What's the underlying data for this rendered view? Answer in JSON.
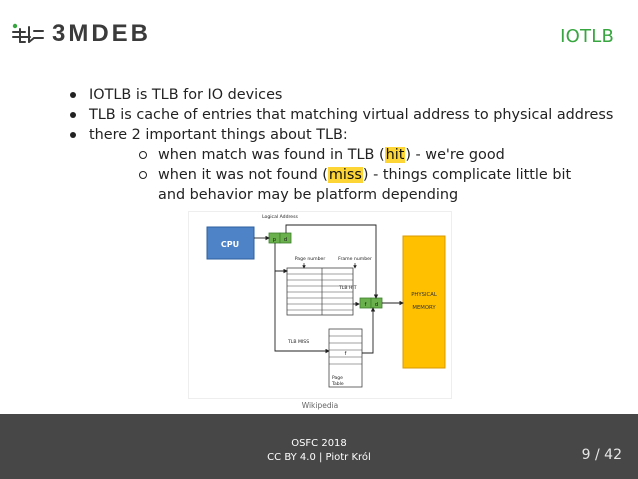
{
  "header": {
    "logo_text": "3MDEB",
    "title": "IOTLB"
  },
  "content": {
    "bullets": [
      "IOTLB is TLB for IO devices",
      "TLB is cache of entries that matching virtual address to physical address",
      "there 2 important things about TLB:"
    ],
    "subbullets": [
      {
        "prefix": "when match was found in TLB (",
        "highlight": "hit",
        "suffix": ") - we're good"
      },
      {
        "prefix": "when it was not found (",
        "highlight": "miss",
        "suffix": ") - things complicate little bit and behavior may be platform depending"
      }
    ]
  },
  "diagram": {
    "cpu": "CPU",
    "logical_address": "Logical Address",
    "p": "p",
    "d": "d",
    "page_number": "Page number",
    "frame_number": "Frame number",
    "tlb_hit": "TLB HIT",
    "f": "f",
    "physical_memory_line1": "PHYSICAL",
    "physical_memory_line2": "MEMORY",
    "tlb_miss": "TLB MISS",
    "page_table_line1": "Page",
    "page_table_line2": "Table",
    "caption": "Wikipedia"
  },
  "footer": {
    "line1": "OSFC 2018",
    "line2": "CC BY 4.0 | Piotr Król",
    "slide_number": "9 / 42"
  },
  "colors": {
    "green": "#38a640",
    "footer": "#474747",
    "highlight": "#fdd535",
    "cpu_blue": "#4f83c8",
    "memory_yellow": "#ffc000",
    "dark_gray": "#3b3b3b"
  }
}
